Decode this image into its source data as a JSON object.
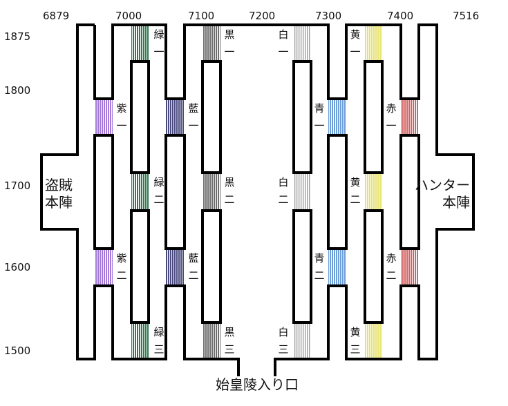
{
  "x_axis": [
    "6879",
    "7000",
    "7100",
    "7200",
    "7300",
    "7400",
    "7516"
  ],
  "y_axis": [
    "1875",
    "1800",
    "1700",
    "1600",
    "1500"
  ],
  "bases": {
    "left": {
      "line1": "盗賊",
      "line2": "本陣"
    },
    "right": {
      "line1": "ハンター",
      "line2": "本陣"
    }
  },
  "entrance": "始皇陵入り口",
  "numerals": [
    "一",
    "二",
    "三"
  ],
  "zones": {
    "green": {
      "name": "緑",
      "color": "#2f7a50"
    },
    "black": {
      "name": "黒",
      "color": "#6e6e6e"
    },
    "white": {
      "name": "白",
      "color": "#9a9a9a"
    },
    "yellow": {
      "name": "黄",
      "color": "#e6e270"
    },
    "purple": {
      "name": "紫",
      "color": "#a37ad8"
    },
    "indigo": {
      "name": "藍",
      "color": "#4a4a7e"
    },
    "blue": {
      "name": "青",
      "color": "#6e9fd8"
    },
    "red": {
      "name": "赤",
      "color": "#d66262"
    }
  }
}
